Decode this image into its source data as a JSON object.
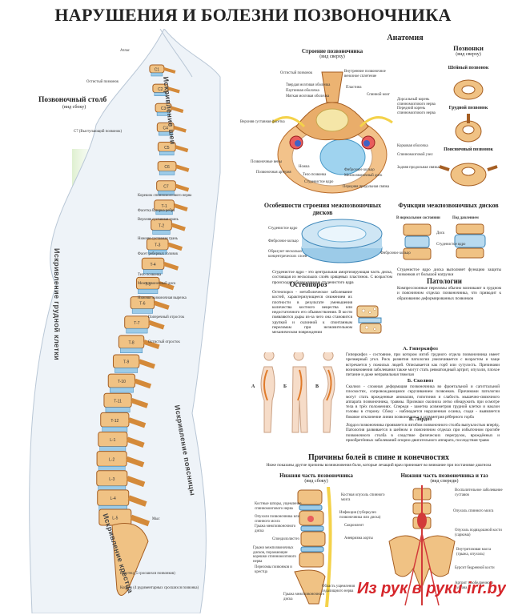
{
  "title": "НАРУШЕНИЯ И БОЛЕЗНИ ПОЗВОНОЧНИКА",
  "column": {
    "heading": "Позвоночный столб",
    "sub": "(вид сбоку)",
    "curves": [
      "Искривление шеи",
      "Искривление грудной клетки",
      "Искривление поясницы",
      "Искривление крестца"
    ],
    "labels": [
      "Атлас",
      "Остистый позвонок",
      "C7 (Выступающий позвонок)",
      "Корешок спинномозгового нерва",
      "Фасетка бугорка ребра",
      "Верхняя суставная грань",
      "Нижняя суставная грань",
      "Фасет реберных головок",
      "Тело позвонка",
      "Межпозвоночный диск",
      "Нижняя позвоночная вырезка",
      "Поперечный отросток",
      "Остистый отросток",
      "Мыс",
      "Крестец (5 сросшихся позвонков)",
      "Копчик (4 рудиментарных сросшихся позвонка)"
    ],
    "vertebrae": [
      "C1",
      "C2",
      "C3",
      "C4",
      "C5",
      "C6",
      "C7",
      "T-1",
      "T-2",
      "T-3",
      "T-4",
      "T-5",
      "T-6",
      "T-7",
      "T-8",
      "T-9",
      "T-10",
      "T-11",
      "T-12",
      "L-1",
      "L-2",
      "L-3",
      "L-4",
      "L-5"
    ]
  },
  "anatomy": {
    "heading": "Анатомия",
    "structure": "Строение позвоночника",
    "structure_sub": "(вид сверху)",
    "labels": [
      "Остистый позвонок",
      "Твердая мозговая оболочка",
      "Паутинная оболочка",
      "Мягкая мозговая оболочка",
      "Внутренние позвоночное венозное сплетение",
      "Пластина",
      "Спинной мозг",
      "Дорсальный корень спинномозгового нерва",
      "Передний корень спинномозгового нерва",
      "Верхняя суставная фасетка",
      "Позвоночные вены",
      "Позвоночная артерия",
      "Ножка",
      "Тело позвонка",
      "Студенистое ядро",
      "Фиброзное кольцо",
      "Межпозвоночный диск",
      "Корковая оболочка",
      "Спинномозговой узел",
      "Задняя продольная связка",
      "Передняя продольная связка"
    ],
    "vert_heading": "Позвонки",
    "vert_sub": "(вид сверху)",
    "vert_types": [
      "Шейный позвонок",
      "Грудной позвонок",
      "Поясничный позвонок"
    ]
  },
  "disc": {
    "heading": "Особенности строения межпозвоночных дисков",
    "labels": [
      "Студенистое ядро",
      "Фиброзное кольцо",
      "Образуют несколько концентрических слоев"
    ],
    "text": "Студенистое ядро - это центральная амортизирующая часть диска, состоящая из нескольких слоёв хрящевых пластинок. С возрастом происходит обезвоживание студенистого ядра"
  },
  "functions": {
    "heading": "Функции межпозвоночных дисков",
    "normal": "В нормальном состоянии",
    "pressure": "Под давлением",
    "labels": [
      "Диск",
      "Студенистое ядро",
      "Фиброзное кольцо"
    ],
    "text": "Студенистое ядро диска выполняет функцию защиты позвонков от большой нагрузки"
  },
  "osteoporosis": {
    "heading": "Остеопороз",
    "text": "Остеопороз - метаболическое заболевание костей, характеризующееся снижением их плотности в результате уменьшения количества костного вещества или недостаточного его обызвествления. В кости появляются дыры из-за чего она становится хрупкой и склонной к спонтанным переломам при незначительном механическом повреждении"
  },
  "pathology": {
    "heading": "Патологии",
    "intro": "Компрессионные переломы обычно возникают в грудном и поясничном отделах позвоночника, что приводит к образованию деформированных позвонков",
    "figs": [
      "А",
      "Б",
      "В"
    ],
    "a_title": "А. Гиперкифоз",
    "a_text": "Гиперкифоз - состояние, при котором изгиб грудного отдела позвоночника имеет чрезмерный угол. Риск развития патологии увеличивается с возрастом и чаще встречается у пожилых людей. Описывается как горб или сутулость. Причинами возникновения заболевания также могут стать ревматоидный артрит, опухоли, плохое питание и даже неправильная тяжелая",
    "b_title": "Б. Сколиоз",
    "b_text": "Сколиоз - сложная деформация позвоночника во фронтальной и сагиттальной плоскостях, сопровождающаяся скручиванием позвонков. Причинами патологии могут стать врожденные аномалии, гипотония и слабость мышечно-связочного аппарата позвоночника, травмы. Признаки сколиоза легко обнаружить при осмотре тела в трёх положениях. Спереди - заметна асимметрия грудной клетки и наклон головы в сторону. Сбоку - наблюдается нарушенная осанка, сзади - выявляется боковое отклонение линии позвоночника и асимметрия рёберного горба",
    "c_title": "В. Лордоз",
    "c_text": "Лордоз позвоночника проявляется изгибом позвоночного столба выпуклостью вперёд. Патология развивается в шейном и поясничном отделах при избыточном прогибе позвоночного столба в следствие физических перегрузок, врождённых и приобретённых заболеваний опорно-двигательного аппарата, последствия травм"
  },
  "pain": {
    "heading": "Причины болей в спине и конечностях",
    "sub": "Ниже показаны другие причины возникновения боли, которые лечащий врач принимает во внимание при постановке диагноза",
    "left_title": "Нижняя часть позвоночника",
    "left_sub": "(вид сбоку)",
    "right_title": "Нижняя часть позвоночника и таз",
    "right_sub": "(вид спереди)",
    "left_labels": [
      "Костные шпоры, ущемление спинномозгового нерва",
      "Опухоли позвоночника или спинного мозга",
      "Грыжа межпозвоночного диска",
      "Спондилолистез",
      "Грыжи межпозвоночных дисков, поражающие корешки спинномозгового нерва",
      "Переломы позвонков и крестца",
      "Область ущемления седалищного нерва",
      "Грыжа межпозвоночного диска"
    ],
    "right_labels": [
      "Костная опухоль спинного мозга",
      "Инфекция (туберкулез позвоночника или диска)",
      "Сакроилеит",
      "Аневризма аорты",
      "Воспалительное заболевание суставов",
      "Опухоль спинного мозга",
      "Опухоль подвздошной кости (саркома)",
      "Внутритазовая масса (грыжа, опухоль)",
      "Бурсит бедренной кости",
      "Артрит тазобедренного сустава"
    ]
  },
  "watermark": "Из рук в руки irr.by"
}
